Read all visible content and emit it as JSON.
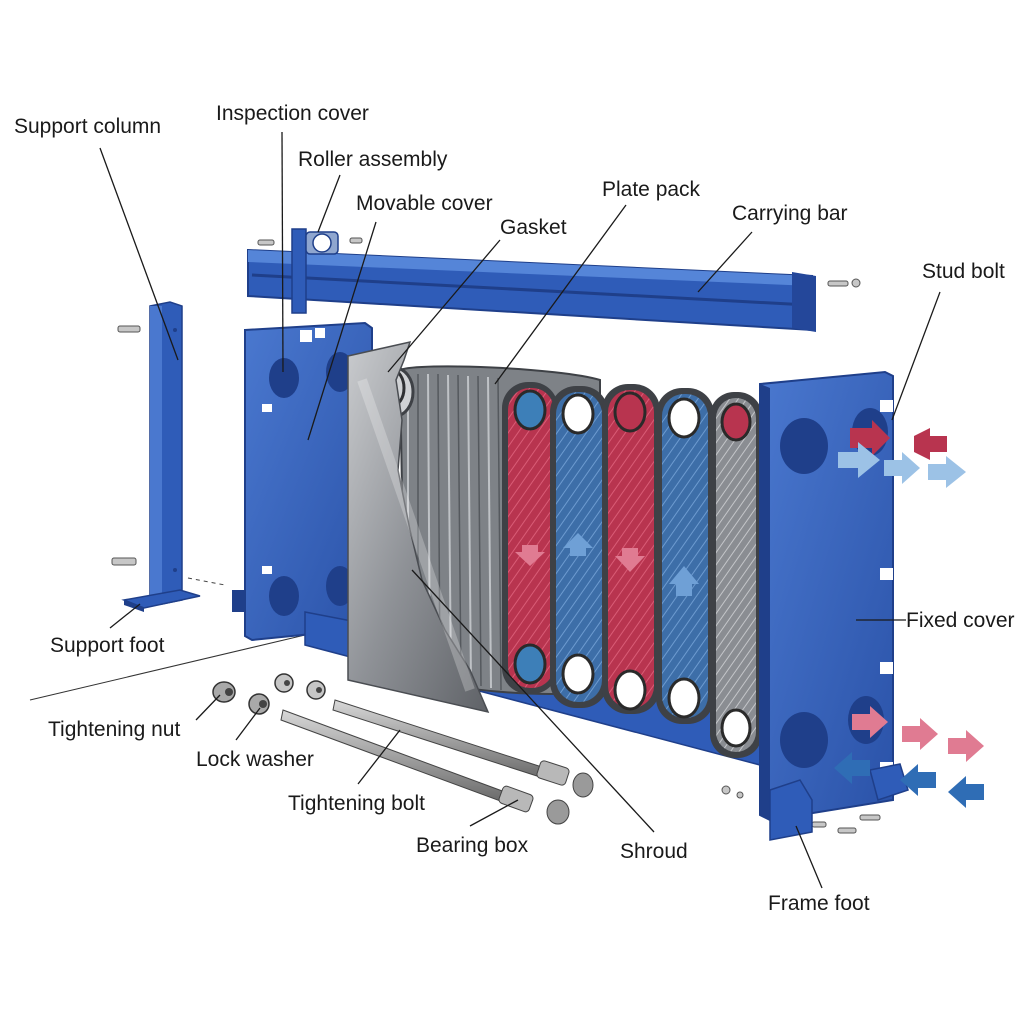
{
  "labels": {
    "support_column": "Support column",
    "inspection_cover": "Inspection cover",
    "roller_assembly": "Roller assembly",
    "movable_cover": "Movable cover",
    "gasket": "Gasket",
    "plate_pack": "Plate pack",
    "carrying_bar": "Carrying bar",
    "stud_bolt": "Stud bolt",
    "support_foot": "Support foot",
    "fixed_cover": "Fixed cover",
    "tightening_nut": "Tightening nut",
    "lock_washer": "Lock washer",
    "tightening_bolt": "Tightening bolt",
    "bearing_box": "Bearing box",
    "shroud": "Shroud",
    "frame_foot": "Frame foot"
  },
  "colors": {
    "frame_blue": "#2f5cb8",
    "frame_dark": "#1f3f8a",
    "hot_fluid": "#b8344f",
    "cold_fluid": "#3d7fb8",
    "shroud_gray": "#8a8d92",
    "plate_gray": "#6f7378"
  }
}
